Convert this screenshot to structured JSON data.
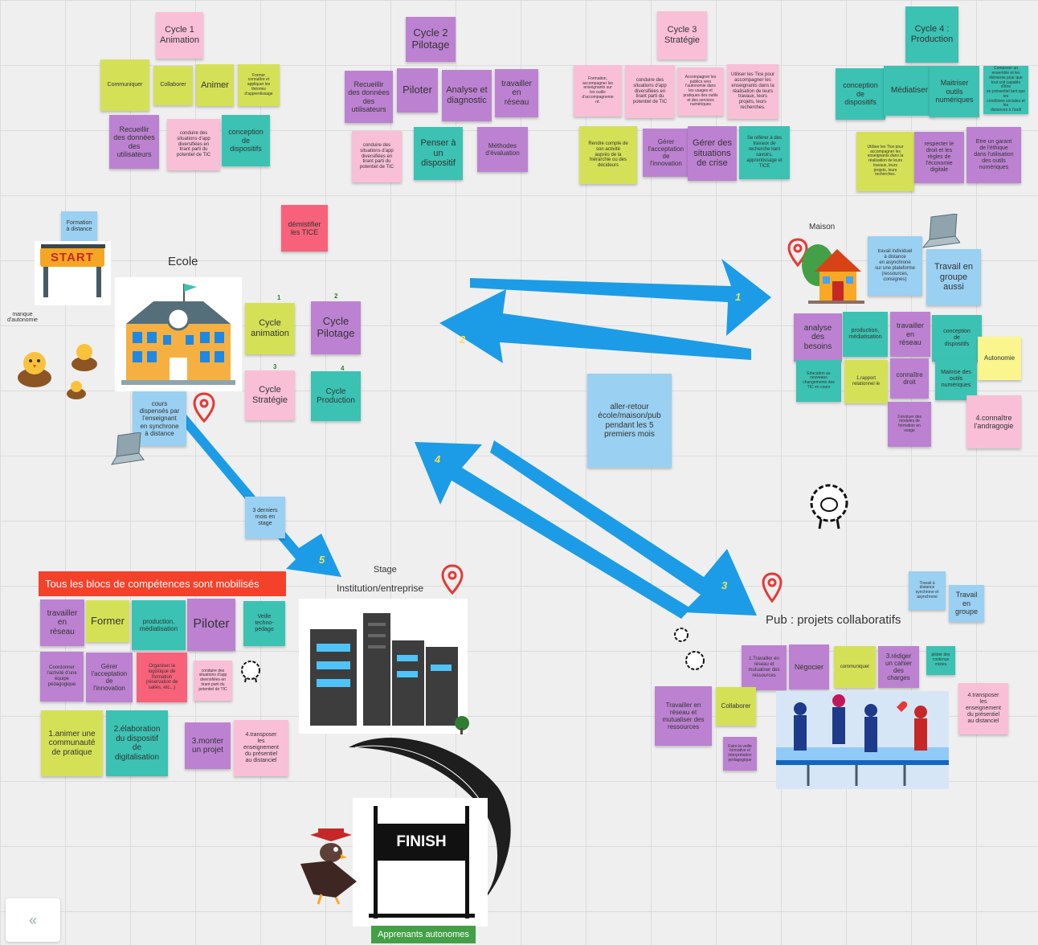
{
  "colors": {
    "yellow": "#d4e157",
    "purple": "#bc82d1",
    "pink": "#f9bfd6",
    "teal": "#3bc2b3",
    "blue": "#9ad0f2",
    "red": "#f7627a",
    "arrow": "#1c9ce6"
  },
  "cycles": {
    "c1": "Cycle 1\nAnimation",
    "c2": "Cycle 2\nPilotage",
    "c3": "Cycle 3\nStratégie",
    "c4": "Cycle 4 :\nProduction"
  },
  "c1": {
    "communiquer": "Communiquer",
    "collaborer": "Collaborer",
    "animer": "Animer",
    "former": "Former\nconnaître et\nappliquer les\nthéories\nd'apprentissage",
    "recueillir": "Recueillir\ndes données\ndes\nutilisateurs",
    "conduire": "conduire des\nsituations d'app\ndiversifiées en\ntirant parti du\npotentiel de TIC",
    "conception": "conception\nde\ndispositifs"
  },
  "c2": {
    "recueillir": "Recueillir\ndes données\ndes\nutilisateurs",
    "piloter": "Piloter",
    "analyse": "Analyse et\ndiagnostic",
    "reseau": "travailler\nen\nréseau",
    "conduire": "conduire des\nsituations d'app\ndiversifiées en\ntirant parti du\npotentiel de TIC",
    "penser": "Penser à\nun\ndispositif",
    "methodes": "Méthodes\nd'évaluation"
  },
  "c3": {
    "formation": "Formation,\naccompagner les\nenseignants sur\nles outils\nd'accompagneme\nnt.",
    "conduire": "conduire des\nsituations d'app\ndiversifiées en\ntirant parti du\npotentiel de TIC",
    "accomp": "Accompagner les\npublics vers\nl'autonomie dans\nles usages et\npratiques des outils\net des services\nnumériques",
    "tice": "Utiliser les Tice pour\naccompagner les\nenseignants dans la\nréalisation de leurs\ntravaux, leurs\nprojets, leurs\nrecherches.",
    "rendre": "Rendre compte de\nson activité\nauprès de la\nhiérarchie ou des\ndécideurs",
    "gerer": "Gérer\nl'acceptation\nde\nl'innovation",
    "crise": "Gérer des\nsituations\nde crise",
    "referer": "Se référer à des\ntravaux de\nrecherche liant\nsavoirs,\napprentissage et\nTICE"
  },
  "c4": {
    "conception": "conception\nde\ndispositifs",
    "mediatiser": "Médiatiser",
    "maitriser": "Maitriser\noutils\nnumériques",
    "composer": "Composer un\nensemble et les\néléments pour que\ntout soit capable d'être\nen présentiel tant que les\nconditions sociales et les\ndistances à l'outil",
    "tice": "Utiliser les Tice pour\naccompagner les\nenseignants dans la\nréalisation de leurs\ntravaux, leurs\nprojets, leurs\nrecherches.",
    "respecter": "respecter le\ndroit et les\nrègles de\nl'économie\ndigitale",
    "garant": "Etre un garant\nde l'éthique\ndans l'utilisation\ndes outils\nnumériques"
  },
  "ecole": {
    "formation": "Formation\nà distance",
    "start": "START",
    "manque": "manque\nd'autonomie",
    "title": "Ecole",
    "demystifier": "démistifier\nles TICE",
    "cours": "cours\ndispensés par\nl'enseignant\nen synchrone\nà distance",
    "n1": "1",
    "n2": "2",
    "n3": "3",
    "n4": "4",
    "cyc_anim": "Cycle\nanimation",
    "cyc_pil": "Cycle\nPilotage",
    "cyc_strat": "Cycle\nStratégie",
    "cyc_prod": "Cycle\nProduction"
  },
  "maison": {
    "title": "Maison",
    "travail_indiv": "travail individuel\nà distance\nen asynchrone\nsur une plateforme\n(ressources,\nconsignes)",
    "travail_groupe": "Travail en\ngroupe\naussi",
    "analyse": "analyse\ndes\nbesoins",
    "production": "production,\nmédiatisation",
    "reseau": "travailler\nen\nréseau",
    "conception": "conception\nde\ndispositifs",
    "autonomie": "Autonomie",
    "educ": "Education au\nnouveaux\nchangements des\nTIC en cours",
    "raport": "1.rapport\nrelationnel le",
    "droit": "connaître\ndroit",
    "maitrise": "Maitrise des\noutils\nnumériques",
    "evaluer": "3.évaluer des\nmodules de\nformation en\nusage",
    "andragogie": "4.connaître\nl'andragogie"
  },
  "center": {
    "aller": "aller-retour\nécole/maison/pub\npendant les 5\npremiers mois",
    "derniers": "3 derniers\nmois en\nstage"
  },
  "arrows": {
    "a1": "1",
    "a2": "2",
    "a3": "3",
    "a4": "4",
    "a5": "5"
  },
  "pub": {
    "title": "Pub : projets collaboratifs",
    "sync": "Travail à\ndistance\nsynchrone et\nasynchrone",
    "groupe": "Travail\nen\ngroupe",
    "travailler": "1.Travailler en\nréseau et\nmutualiser des\nressources",
    "negocier": "Négocier",
    "communiquer": "communiquer",
    "rediger": "3.rédiger\nun cahier\ndes\ncharges",
    "piloter": "piloter des\ncontenus\nmixtes",
    "transposer": "4.transposer\nles\nenseignement\ndu présentiel\nau distanciel",
    "mutualiser": "Travailler en\nréseau et\nmutualiser des\nressources",
    "collaborer": "Collaborer",
    "veille": "Faire la veille\nformative et\ninterprétation\npédagogique"
  },
  "stage": {
    "banner": "Tous les blocs de compétences sont mobilisés",
    "stage": "Stage",
    "institution": "Institution/entreprise",
    "reseau": "travailler\nen\nréseau",
    "former": "Former",
    "production": "production,\nmédiatisation",
    "piloter": "Piloter",
    "veille": "Veille\ntechno-\npédago",
    "coordonner": "Coordonner\nl'activité d'une\néquipe\npédagogique",
    "gerer": "Gérer\nl'acceptation\nde\nl'innovation",
    "organiser": "Organiser la\nlogistique de\nformation\n(réservation de\nsalles, etc...)",
    "conduire": "conduire des\nsituations d'app\ndiversifiées en\ntirant parti du\npotentiel de TIC",
    "animer": "1.animer une\ncommunauté\nde pratique",
    "elaboration": "2.élaboration\ndu dispositif\nde\ndigitalisation",
    "monter": "3.monter\nun projet",
    "transposer": "4.transposer\nles\nenseignement\ndu présentiel\nau distanciel"
  },
  "finish": {
    "label": "FINISH",
    "apprenants": "Apprenants  autonomes"
  },
  "nav": {
    "collapse": "«"
  }
}
